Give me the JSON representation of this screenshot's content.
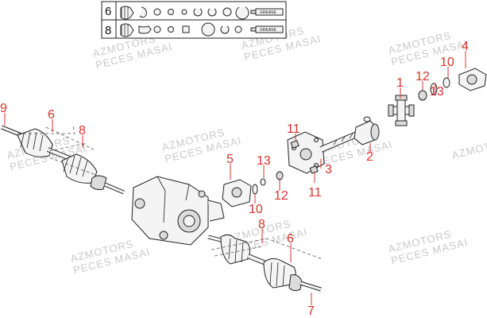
{
  "watermark": {
    "brand": "AZMOTORS",
    "dealer": "PECES MASAI"
  },
  "kit_table": {
    "rows": [
      {
        "ref": "6",
        "grease_label": "GREASE"
      },
      {
        "ref": "8",
        "grease_label": "GREASE"
      }
    ]
  },
  "callouts": [
    "1",
    "2",
    "3",
    "4",
    "5",
    "6",
    "6",
    "7",
    "8",
    "8",
    "9",
    "10",
    "10",
    "11",
    "11",
    "12",
    "12",
    "13",
    "13"
  ],
  "colors": {
    "callout": "#d9342b",
    "line": "#222222",
    "watermark": "#c9c9c9"
  }
}
